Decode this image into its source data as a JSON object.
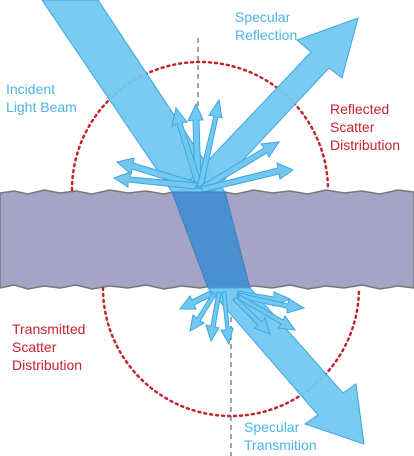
{
  "colors": {
    "beam": "#73c8f1",
    "beam_stroke": "#3ba7dd",
    "beam_overlap": "#4a8fcf",
    "material": "#a5a3c6",
    "material_edge": "#777777",
    "circle": "#c4242f",
    "text_blue": "#4bb4e6",
    "text_red": "#c4242f",
    "normal_line": "#666666"
  },
  "labels": {
    "specular_reflection": [
      "Specular",
      "Reflection"
    ],
    "incident_beam": [
      "Incident",
      "Light Beam"
    ],
    "reflected_scatter": [
      "Reflected",
      "Scatter",
      "Distribution"
    ],
    "transmitted_scatter": [
      "Transmitted",
      "Scatter",
      "Distribution"
    ],
    "specular_transmission": [
      "Specular",
      "Transmition"
    ]
  }
}
